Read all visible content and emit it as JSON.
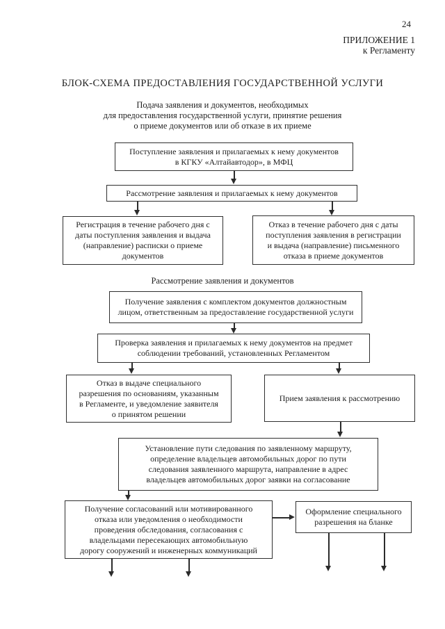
{
  "colors": {
    "paper": "#ffffff",
    "ink": "#1f1f1f"
  },
  "header": {
    "page_number": "24",
    "appendix": "ПРИЛОЖЕНИЕ 1\nк Регламенту"
  },
  "title": "БЛОК-СХЕМА ПРЕДОСТАВЛЕНИЯ ГОСУДАРСТВЕННОЙ УСЛУГИ",
  "flowchart": {
    "stage1_caption": "Подача заявления и документов, необходимых\nдля предоставления государственной услуги, принятие решения\nо приеме документов или об отказе в их приеме",
    "stage2_caption": "Рассмотрение заявления и документов",
    "boxes": {
      "intake": "Поступление заявления и прилагаемых к нему документов\nв КГКУ «Алтайавтодор», в МФЦ",
      "review": "Рассмотрение заявления и прилагаемых к нему документов",
      "registration": "Регистрация в течение рабочего дня с\nдаты поступления заявления и выдача\n(направление) расписки о приеме\nдокументов",
      "refusal_accept": "Отказ в течение рабочего дня с даты\nпоступления заявления в регистрации\nи выдача (направление) письменного\nотказа в приеме документов",
      "receiving": "Получение заявления с комплектом документов должностным\nлицом, ответственным за предоставление государственной услуги",
      "check": "Проверка заявления и прилагаемых к нему документов на предмет\nсоблюдении требований, установленных Регламентом",
      "refusal_permit": "Отказ в выдаче специального\nразрешения по основаниям, указанным\nв Регламенте, и уведомление заявителя\nо принятом решении",
      "accept": "Прием заявления к рассмотрению",
      "route": "Установление пути следования по заявленному маршруту,\nопределение владельцев автомобильных дорог по пути\nследования заявленного маршрута, направление в адрес\nвладельцев автомобильных дорог заявки на согласование",
      "approvals": "Получение согласований или мотивированного\nотказа или уведомления о необходимости\nпроведения обследования, согласования с\nвладельцами пересекающих автомобильную\nдорогу сооружений и инженерных коммуникаций",
      "issue": "Оформление специального\nразрешения на бланке"
    }
  }
}
